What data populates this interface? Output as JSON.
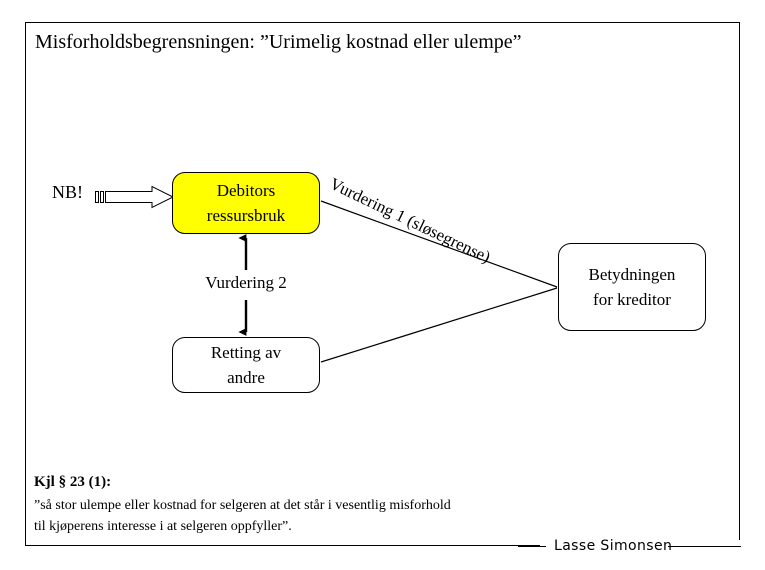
{
  "slide": {
    "title": "Misforholdsbegrensningen: ”Urimelig kostnad eller ulempe”",
    "border_color": "#000000",
    "background": "#ffffff"
  },
  "diagram": {
    "nb_marker": {
      "label": "NB!",
      "arrow_icon": "block-arrow-right-icon"
    },
    "nodes": [
      {
        "id": "debitors-ressursbruk",
        "line1": "Debitors",
        "line2": "ressursbruk",
        "fill": "#ffff00",
        "stroke": "#000000"
      },
      {
        "id": "retting-av-andre",
        "line1": "Retting av",
        "line2": "andre",
        "fill": "#ffffff",
        "stroke": "#000000"
      },
      {
        "id": "betydningen-for-kreditor",
        "line1": "Betydningen",
        "line2": "for kreditor",
        "fill": "#ffffff",
        "stroke": "#000000"
      }
    ],
    "edge_labels": {
      "vurdering1": "Vurdering 1 (sløsegrense)",
      "vurdering2": "Vurdering 2"
    }
  },
  "statute": {
    "heading": "Kjl § 23 (1):",
    "quote_line1": "”så stor ulempe eller kostnad for selgeren at det står i vesentlig misforhold",
    "quote_line2": "til kjøperens interesse i at selgeren oppfyller”."
  },
  "footer": {
    "author": "Lasse Simonsen"
  }
}
